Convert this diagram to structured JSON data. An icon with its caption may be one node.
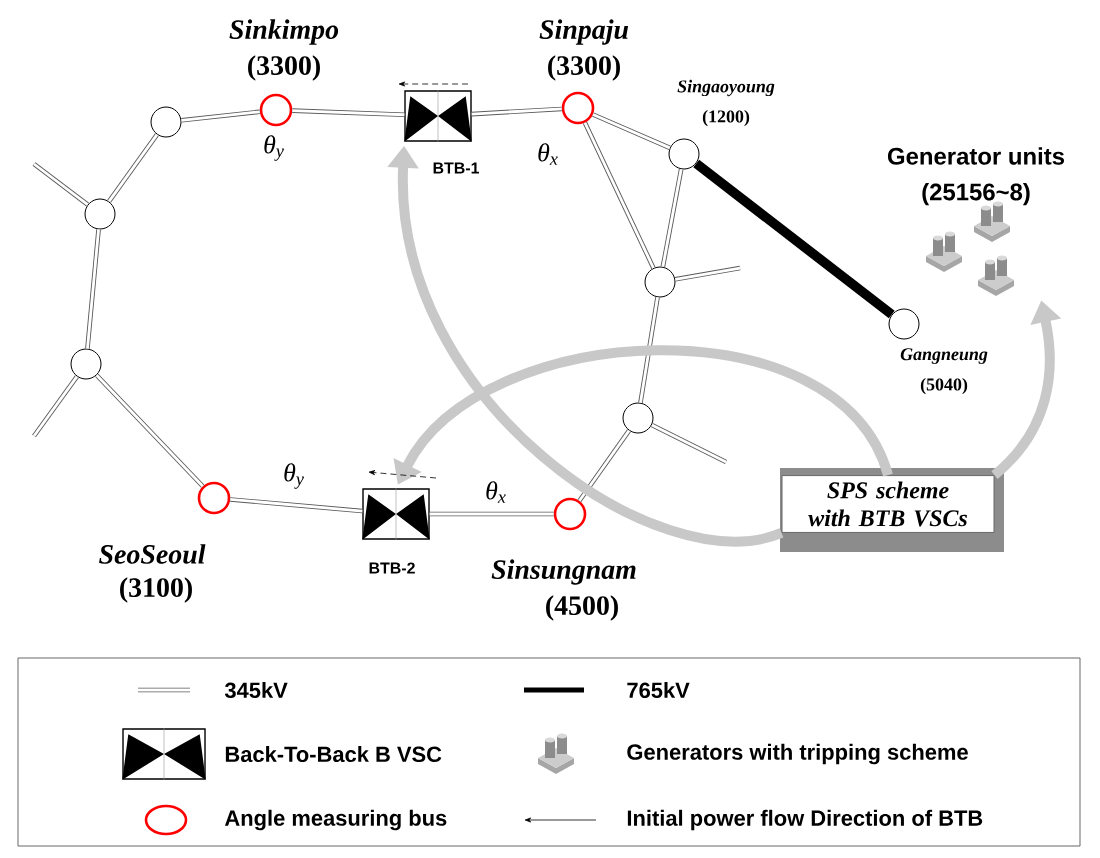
{
  "diagram": {
    "nodes": [
      {
        "text": [
          "Sinkimpo",
          "(3300)"
        ],
        "beside": [
          "θ$_{y}$"
        ]
      },
      {
        "text": [
          "BTB-1"
        ]
      },
      {
        "text": [
          "Sinpaju",
          "(3300)"
        ],
        "beside": [
          "θ$_{x}$"
        ]
      },
      {
        "text": [
          "Singaoyoung",
          "(1200)"
        ]
      },
      {
        "text": [
          "Generator units",
          "(25156~8)"
        ]
      },
      {
        "text": [
          "Gangneung",
          "(5040)"
        ]
      },
      {
        "text": [],
        "shape": "circle"
      },
      {
        "text": [],
        "shape": "circle"
      },
      {
        "text": [],
        "shape": "circle"
      },
      {
        "text": [],
        "shape": "circle"
      },
      {
        "text": [],
        "shape": "circle"
      },
      {
        "text": [
          "SeoSeoul",
          "(3100)"
        ],
        "beside": [
          "θ$_{y}$"
        ]
      },
      {
        "text": [
          "BTB-2"
        ]
      },
      {
        "text": [
          "Sinsungnam",
          "(4500)"
        ],
        "beside": [
          "θ$_{x}$"
        ]
      },
      {
        "text": [
          "SPS scheme with BTB VSCs"
        ]
      }
    ],
    "edges": [
      {
        "from": 6,
        "to": 0,
        "arrow": "none"
      },
      {
        "from": 0,
        "to": 1,
        "arrow": "none"
      },
      {
        "from": 1,
        "to": 2,
        "arrow": "none"
      },
      {
        "from": 2,
        "to": 3,
        "arrow": "none"
      },
      {
        "from": 2,
        "to": 9,
        "arrow": "none"
      },
      {
        "from": 3,
        "to": 9,
        "arrow": "none"
      },
      {
        "from": 3,
        "to": 5,
        "arrow": "none",
        "style": "thick"
      },
      {
        "from": 9,
        "to": 10,
        "arrow": "none"
      },
      {
        "from": 10,
        "to": 13,
        "arrow": "none"
      },
      {
        "from": 13,
        "to": 12,
        "arrow": "none"
      },
      {
        "from": 12,
        "to": 11,
        "arrow": "none"
      },
      {
        "from": 11,
        "to": 8,
        "arrow": "none"
      },
      {
        "from": 8,
        "to": 7,
        "arrow": "none"
      },
      {
        "from": 7,
        "to": 6,
        "arrow": "none"
      },
      {
        "from": 14,
        "to": 1,
        "arrow": "to",
        "style": "thick",
        "color": "#c8c8c8"
      },
      {
        "from": 14,
        "to": 12,
        "arrow": "to",
        "style": "thick",
        "color": "#c8c8c8"
      },
      {
        "from": 14,
        "to": 4,
        "arrow": "to",
        "style": "thick",
        "color": "#c8c8c8"
      }
    ],
    "legend": [
      {
        "text": "345kV"
      },
      {
        "text": "765kV"
      },
      {
        "text": "Back-To-Back B VSC"
      },
      {
        "text": "Generators with tripping scheme"
      },
      {
        "text": "Angle measuring bus"
      },
      {
        "text": "Initial power flow Direction of BTB"
      }
    ]
  }
}
